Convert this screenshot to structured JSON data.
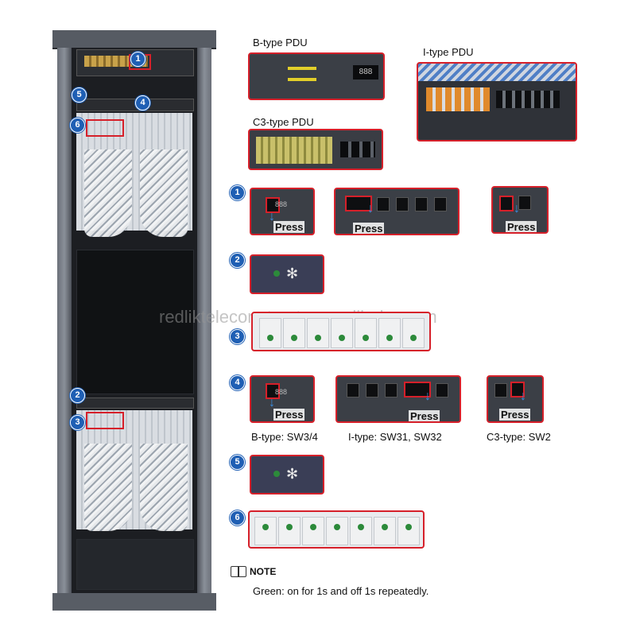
{
  "watermark": "redliktelecom.trustpass.alibaba.com",
  "labels": {
    "b_type_pdu": "B-type PDU",
    "i_type_pdu": "I-type PDU",
    "c3_type_pdu": "C3-type PDU"
  },
  "badges": [
    "1",
    "2",
    "3",
    "4",
    "5",
    "6"
  ],
  "cabinet_badges": [
    "1",
    "5",
    "4",
    "6",
    "2",
    "3"
  ],
  "press_label": "Press",
  "step4_captions": {
    "b_type": "B-type: SW3/4",
    "i_type": "I-type: SW31, SW32",
    "c3_type": "C3-type: SW2"
  },
  "display_digits": "888",
  "note": {
    "title": "NOTE",
    "text": "Green: on for 1s and off 1s repeatedly."
  },
  "colors": {
    "highlight": "#d6202a",
    "badge": "#1f5fb4",
    "led_green": "#2c8a3a"
  }
}
